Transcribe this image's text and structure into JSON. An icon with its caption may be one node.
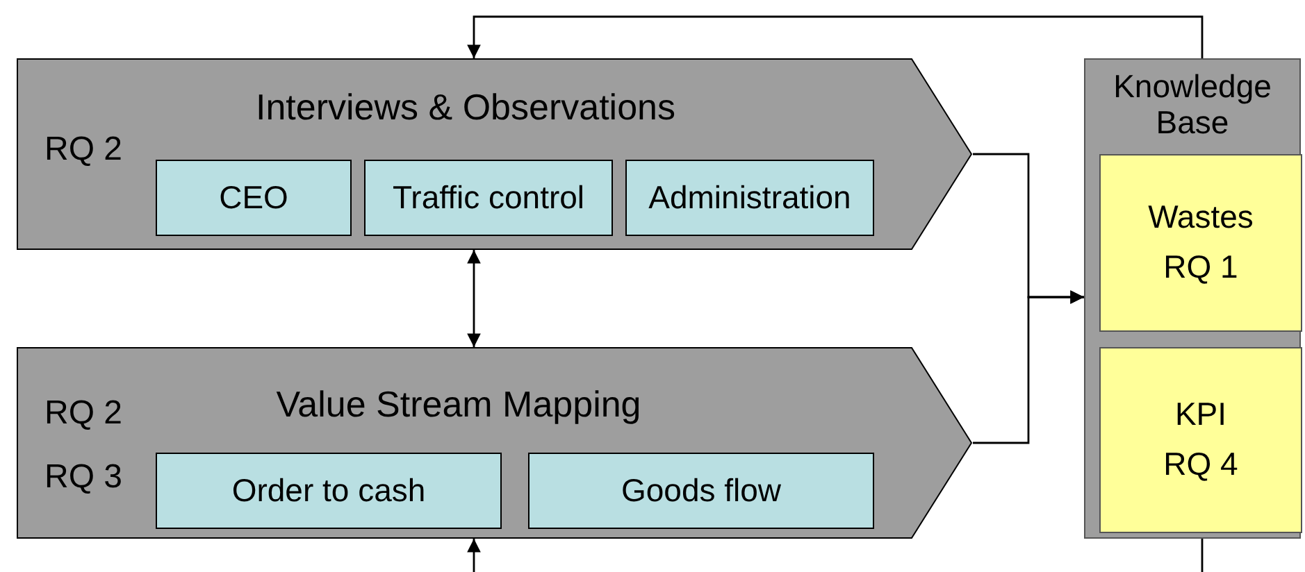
{
  "diagram": {
    "nodes": [
      {
        "text": [
          "Interviews & Observations",
          "RQ 2"
        ]
      },
      {
        "text": [
          "CEO"
        ],
        "in": 0
      },
      {
        "text": [
          "Traffic control"
        ],
        "in": 0
      },
      {
        "text": [
          "Administration"
        ],
        "in": 0
      },
      {
        "text": [
          "RQ 2",
          "Value Stream Mapping",
          "RQ 3"
        ]
      },
      {
        "text": [
          "Order to cash"
        ],
        "in": 4
      },
      {
        "text": [
          "Goods flow"
        ],
        "in": 4
      },
      {
        "text": [
          "Knowledge Base"
        ]
      },
      {
        "text": [
          "Wastes",
          "RQ 1"
        ],
        "in": 7
      },
      {
        "text": [
          "KPI",
          "RQ 4"
        ],
        "in": 7
      }
    ],
    "edges": [
      {
        "from": 7,
        "to": 0,
        "arrow": "to"
      },
      {
        "from": 0,
        "to": 4,
        "arrow": "both"
      },
      {
        "from": 0,
        "to": 7,
        "arrow": "to"
      },
      {
        "from": 4,
        "to": 7,
        "arrow": "to"
      },
      {
        "from": null,
        "to": 4,
        "arrow": "to"
      },
      {
        "from": 7,
        "to": null,
        "arrow": "none"
      }
    ]
  }
}
